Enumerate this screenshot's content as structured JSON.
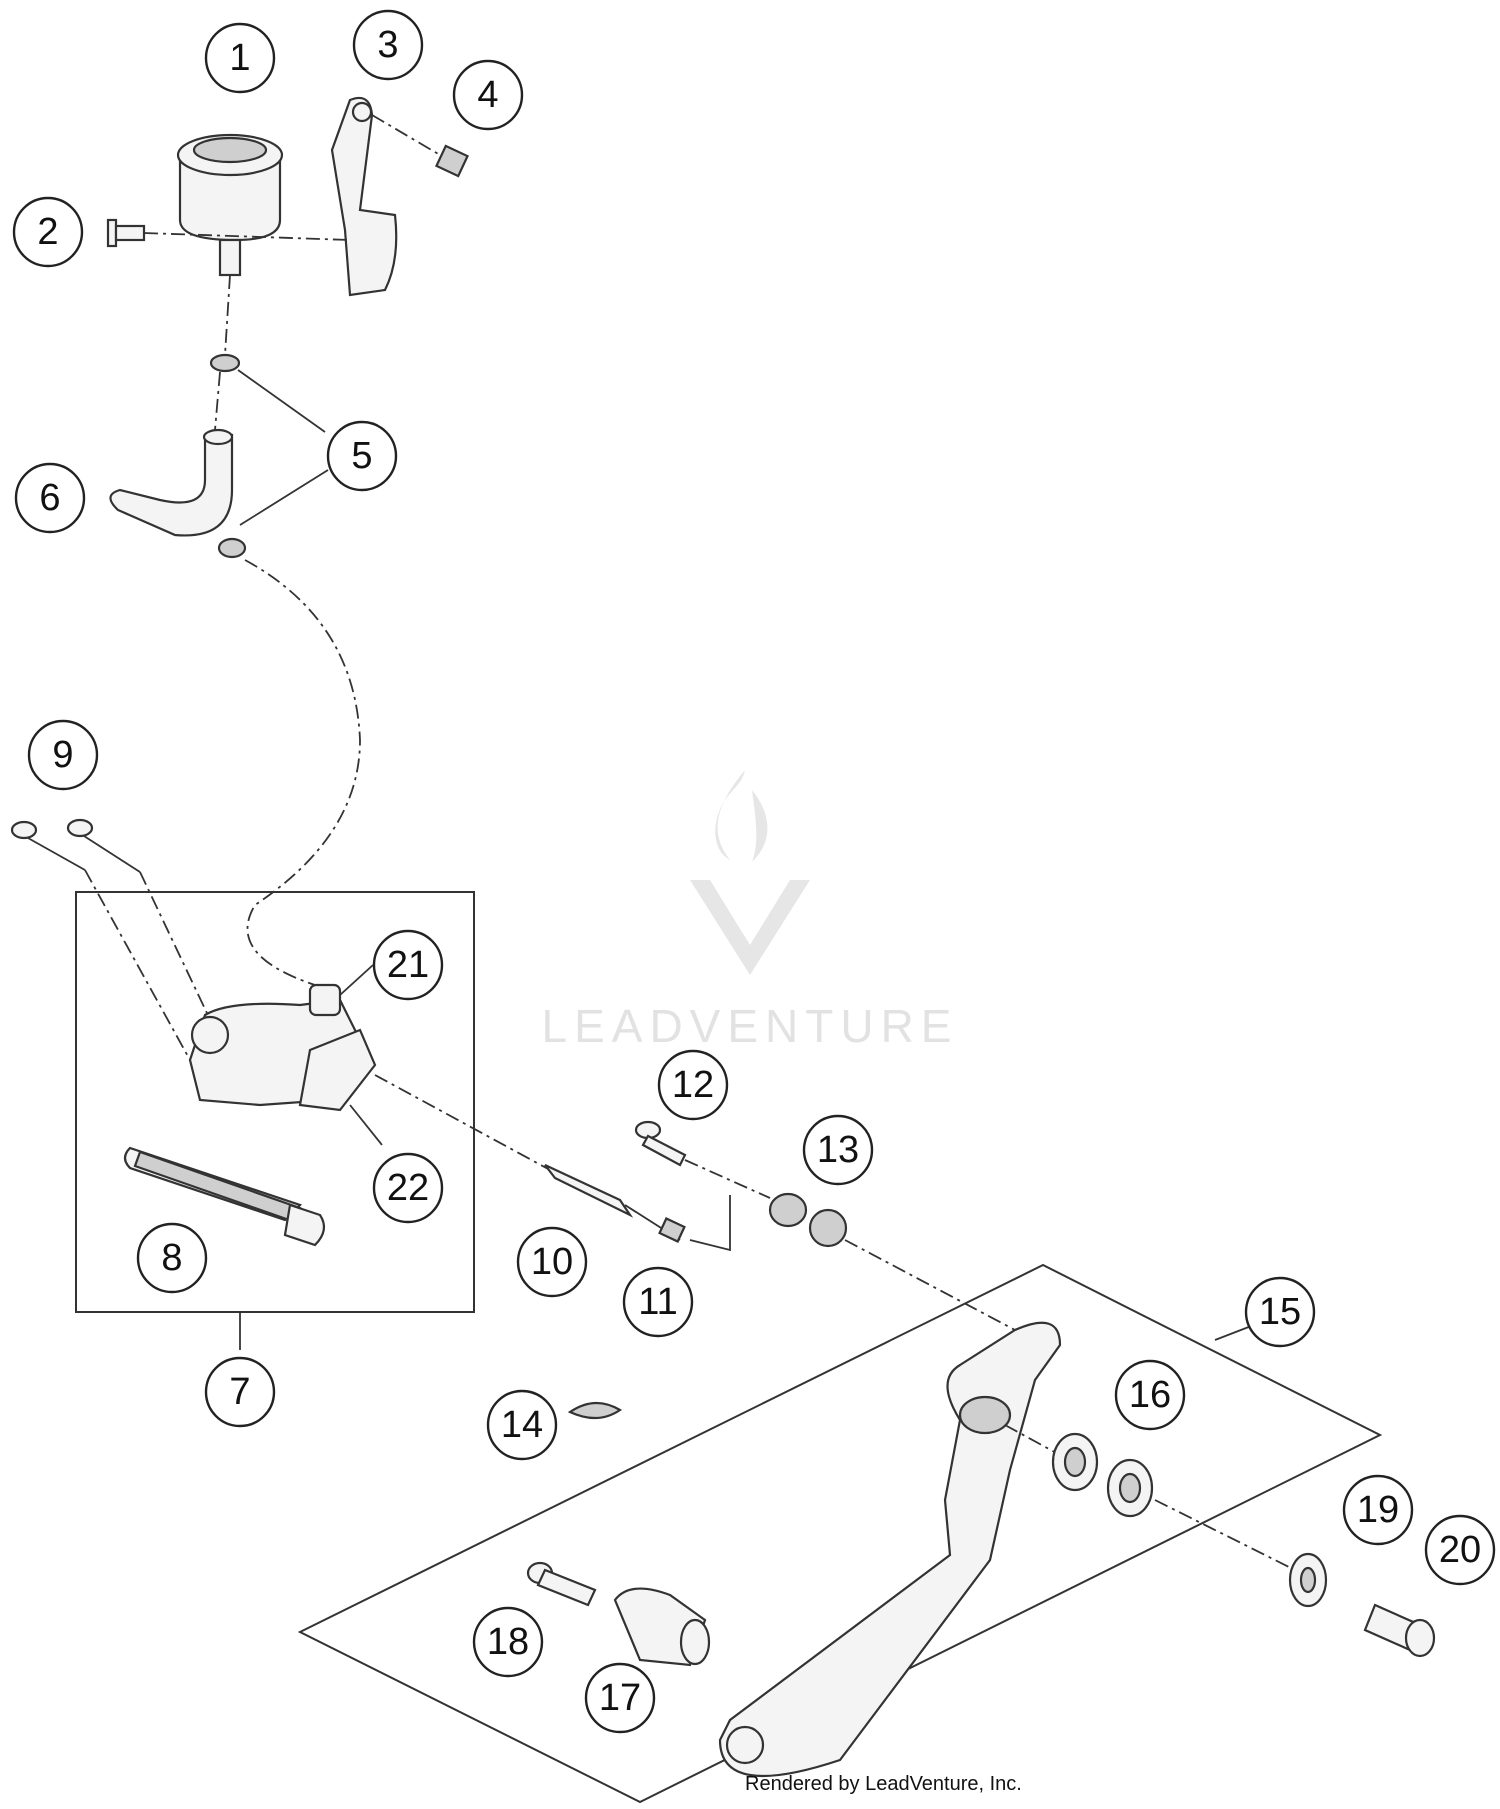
{
  "diagram": {
    "callouts": [
      "1",
      "2",
      "3",
      "4",
      "5",
      "6",
      "7",
      "8",
      "9",
      "10",
      "11",
      "12",
      "13",
      "14",
      "15",
      "16",
      "17",
      "18",
      "19",
      "20",
      "21",
      "22"
    ]
  },
  "watermark": {
    "brand": "LEADVENTURE"
  },
  "footer": {
    "credit": "Rendered by LeadVenture, Inc."
  }
}
